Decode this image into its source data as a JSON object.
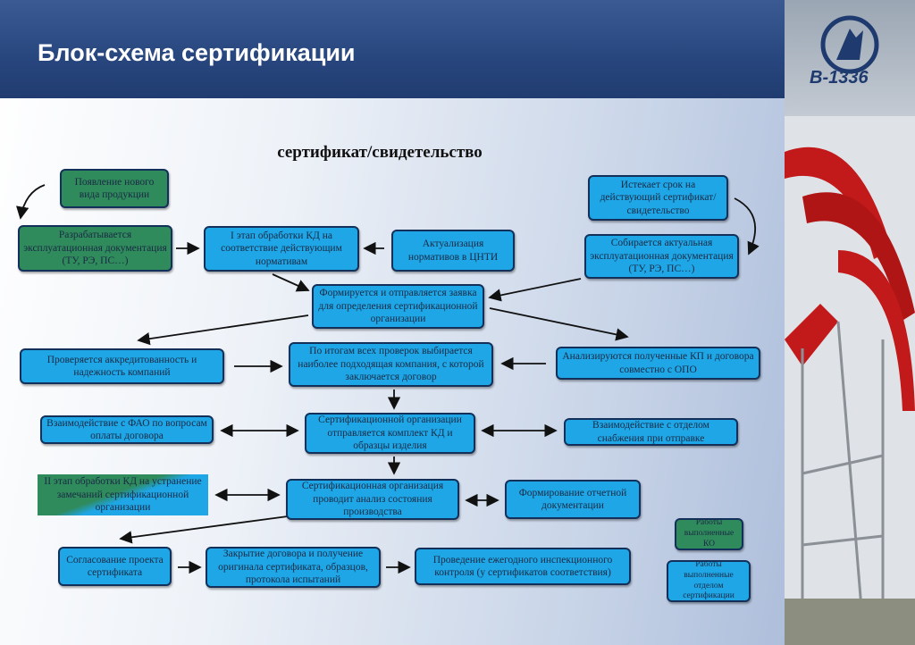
{
  "header": {
    "title": "Блок-схема сертификации"
  },
  "logo": {
    "text": "В-1336"
  },
  "subtitle": "сертификат/свидетельство",
  "boxes": {
    "new_product": "Появление нового вида продукции",
    "develop_docs": "Разрабатывается эксплуатационная документация (ТУ, РЭ, ПС…)",
    "stage1": "I этап обработки КД на соответствие действующим нормативам",
    "actualization": "Актуализация нормативов в ЦНТИ",
    "expires": "Истекает срок на действующий сертификат/свидетельство",
    "collect_docs": "Собирается актуальная эксплуатационная документация (ТУ, РЭ, ПС…)",
    "application": "Формируется и отправляется заявка для определения сертификационной организации",
    "check_accreditation": "Проверяется аккредитованность и надежность компаний",
    "select_company": "По итогам всех проверок выбирается наиболее подходящая компания, с которой заключается договор",
    "analyze_kp": "Анализируются  полученные КП и договора совместно с ОПО",
    "fao": "Взаимодействие с ФАО по вопросам оплаты договора",
    "send_kd": "Сертификационной организации отправляется комплект КД и образцы изделия",
    "supply": "Взаимодействие с отделом снабжения при отправке",
    "stage2": "II этап обработки КД на устранение замечаний сертификационной организации",
    "production_analysis": "Сертификационная организация проводит анализ состояния производства",
    "reporting": "Формирование отчетной документации",
    "approval": "Согласование проекта сертификата",
    "closing": "Закрытие договора и получение оригинала сертификата, образцов, протокола испытаний",
    "inspection": "Проведение ежегодного инспекционного контроля (у сертификатов соответствия)"
  },
  "legend": {
    "ko": "Работы выполненные КО",
    "cert_dept": "Работы выполненные отделом сертификации"
  },
  "colors": {
    "header": "#28467e",
    "blue_box": "#1ea6e6",
    "green_box": "#2f8a5c",
    "accent_red": "#c21a1a"
  }
}
